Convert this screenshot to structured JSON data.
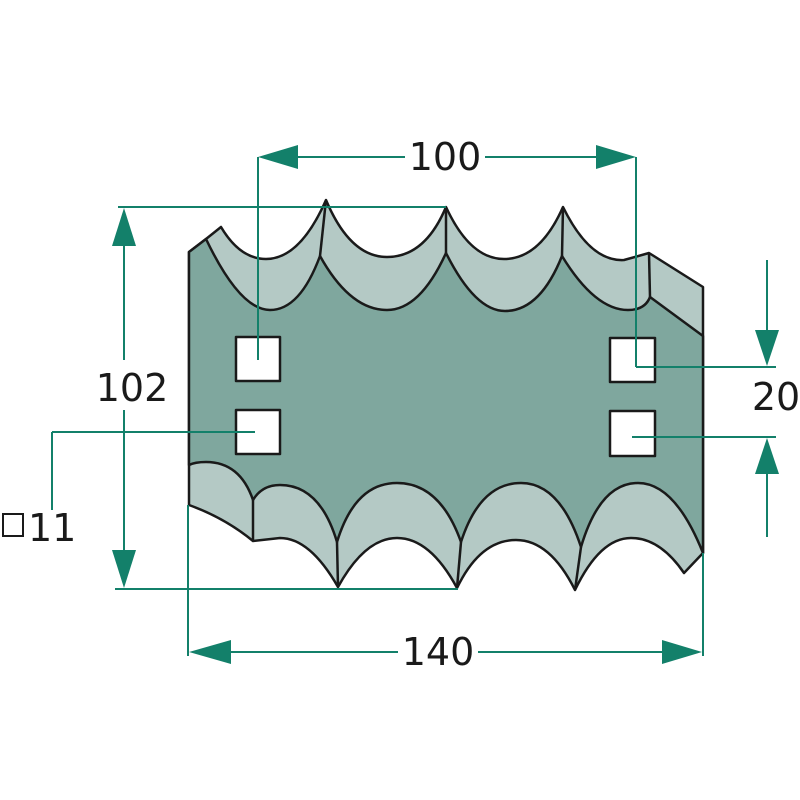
{
  "title": "Serrated blade dimension drawing",
  "colors": {
    "face": "#7fa79e",
    "bevel": "#b4c9c5",
    "dimension": "#13806a",
    "outline": "#1a1a1a"
  },
  "dimensions": {
    "hole_spacing_horizontal": "100",
    "height": "102",
    "width": "140",
    "hole_spacing_vertical": "20",
    "hole_size_symbol": "□",
    "hole_size": "11"
  }
}
